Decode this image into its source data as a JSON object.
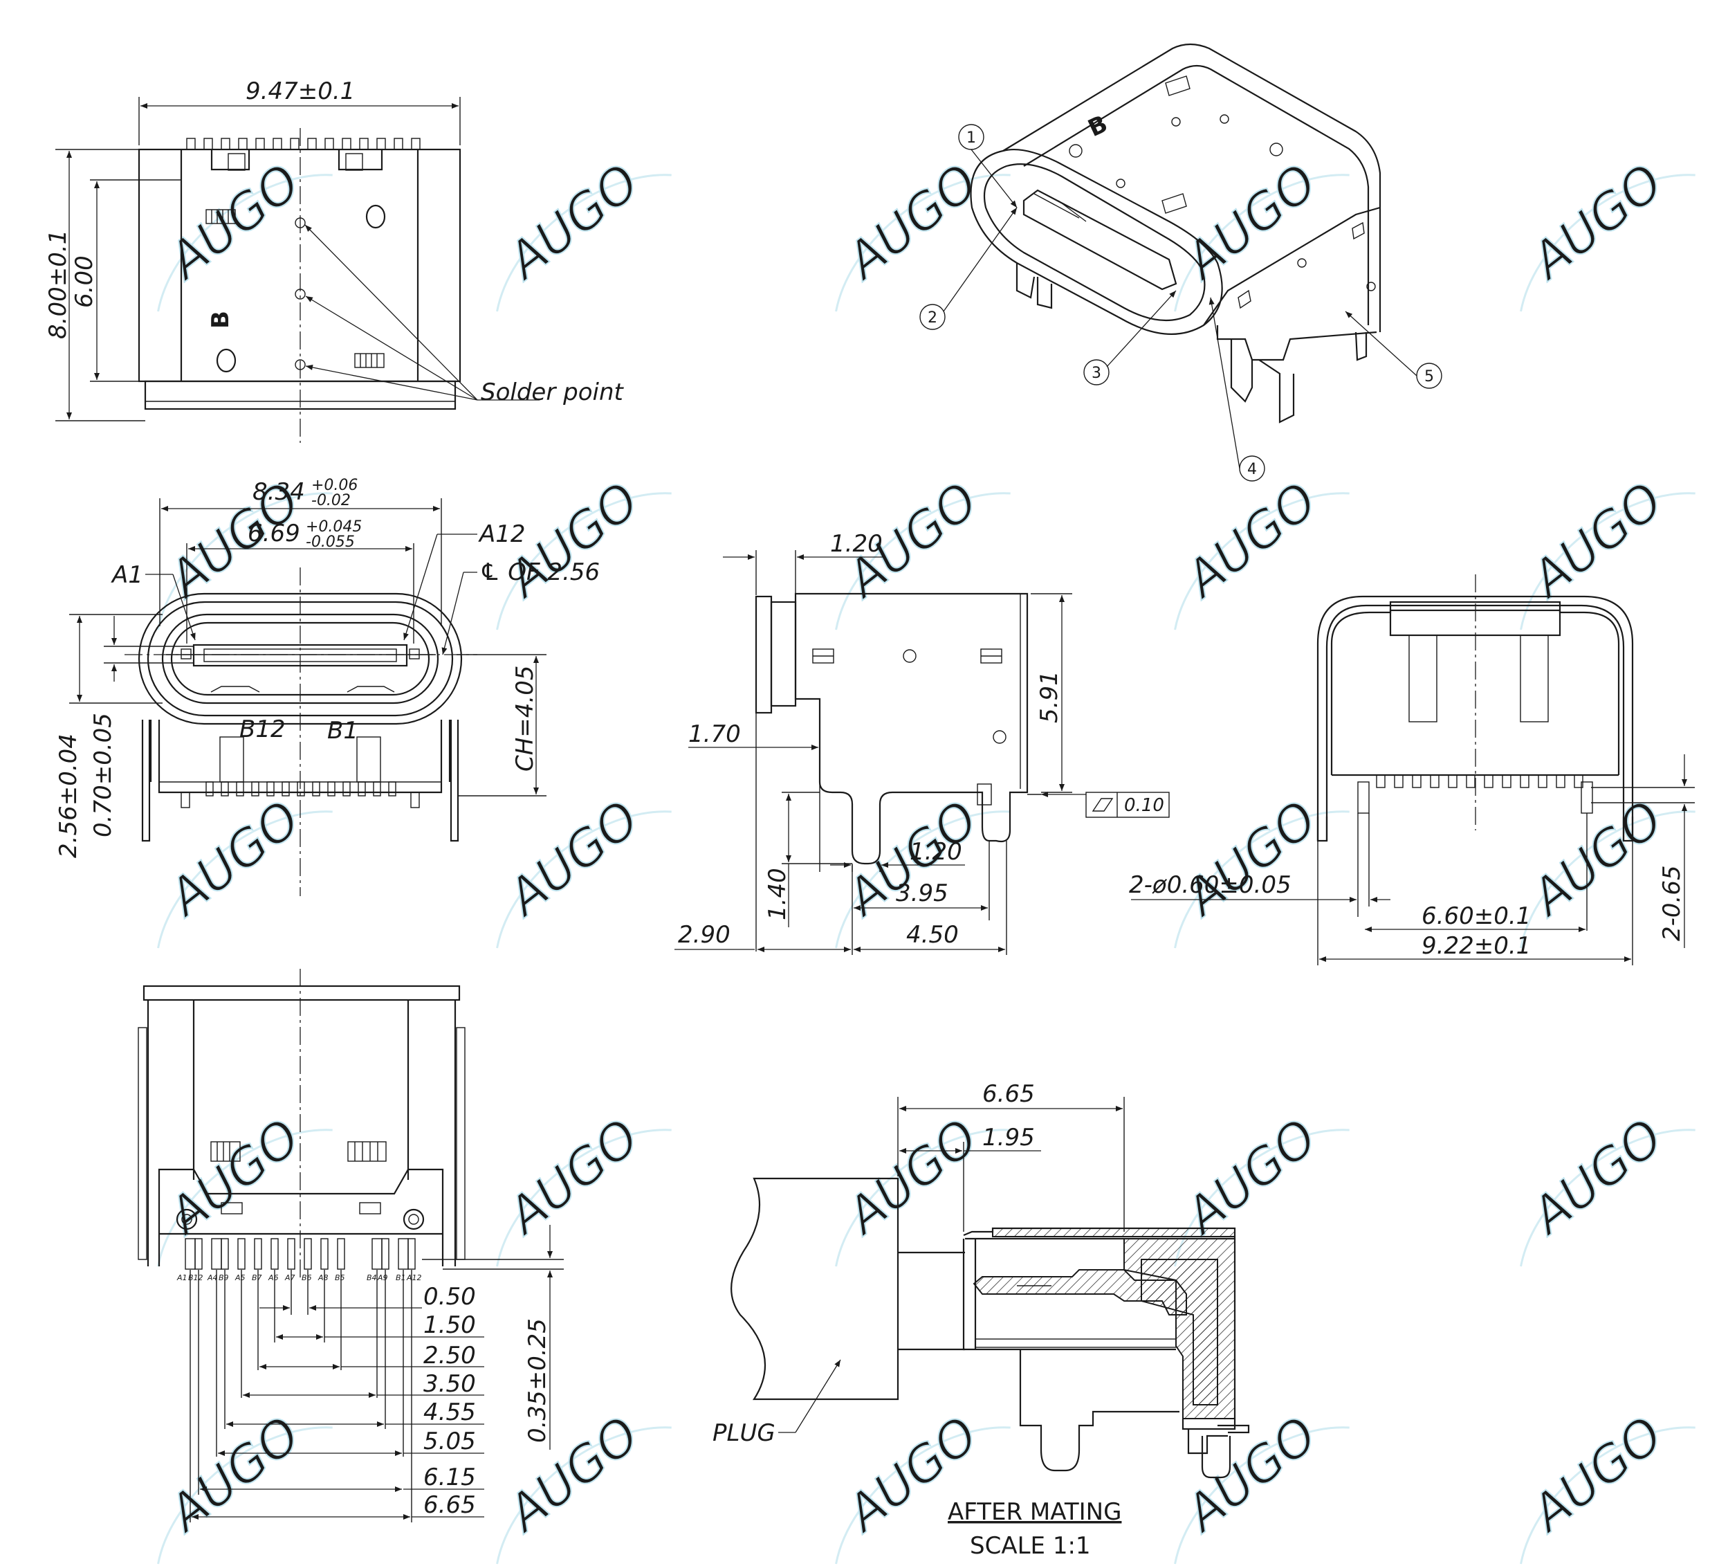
{
  "watermark": "AUGO",
  "top_view": {
    "width_dim": "9.47±0.1",
    "height_dim": "8.00±0.1",
    "inner_height_dim": "6.00",
    "marking_letter": "B",
    "solder_point_label": "Solder point"
  },
  "iso_view": {
    "callouts": [
      "1",
      "2",
      "3",
      "4",
      "5"
    ]
  },
  "front_view": {
    "outer_width_dim": "8.34",
    "outer_width_tol_plus": "+0.06",
    "outer_width_tol_minus": "-0.02",
    "inner_width_dim": "6.69",
    "inner_width_tol_plus": "+0.045",
    "inner_width_tol_minus": "-0.055",
    "label_a1": "A1",
    "label_a12": "A12",
    "label_cl": "℄ OF 2.56",
    "label_b12": "B12",
    "label_b1": "B1",
    "height_dim": "2.56±0.04",
    "offset_dim": "0.70±0.05",
    "ch_dim": "CH=4.05"
  },
  "side_view": {
    "dim_top": "1.20",
    "dim_height": "5.91",
    "dim_left": "1.70",
    "flatness": "0.10",
    "dim_peg_gap": "1.20",
    "dim_peg_h": "1.40",
    "dim_395": "3.95",
    "dim_290": "2.90",
    "dim_450": "4.50"
  },
  "rear_view": {
    "hole_dim": "2-ø0.60±0.05",
    "pitch_dim": "6.60±0.1",
    "width_dim": "9.22±0.1",
    "leg_dim": "2-0.65"
  },
  "pcb_view": {
    "pin_labels": [
      "A1",
      "B12",
      "A4",
      "B9",
      "A5",
      "B7",
      "A6",
      "A7",
      "B6",
      "A8",
      "B5",
      "B4",
      "A9",
      "B1",
      "A12"
    ],
    "height_dim": "0.35±0.25",
    "pitch_dims": [
      "0.50",
      "1.50",
      "2.50",
      "3.50",
      "4.55",
      "5.05",
      "6.15",
      "6.65"
    ]
  },
  "mating_view": {
    "dim_665": "6.65",
    "dim_195": "1.95",
    "plug_label": "PLUG",
    "title": "AFTER MATING",
    "scale": "SCALE 1:1"
  }
}
